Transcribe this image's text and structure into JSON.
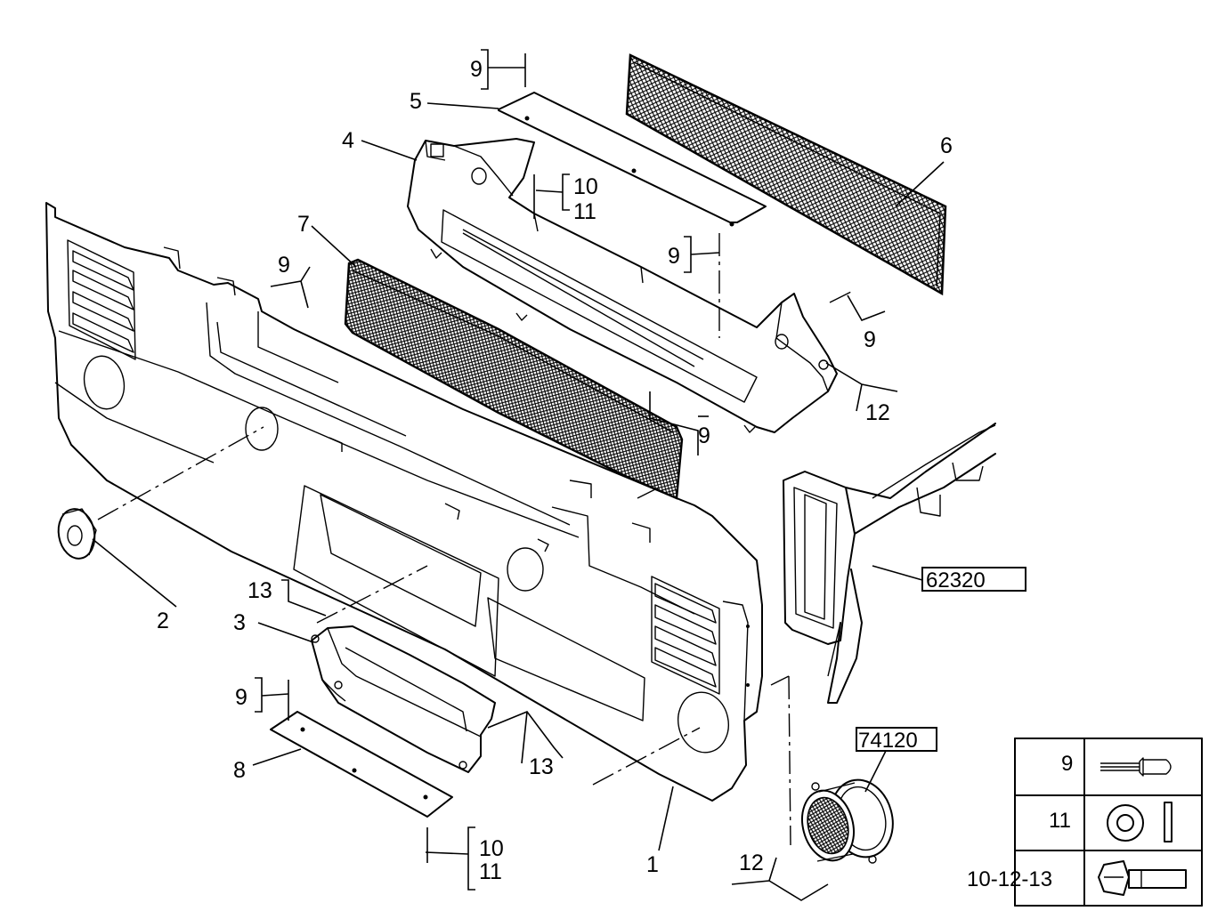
{
  "callouts": {
    "c1": "1",
    "c2": "2",
    "c3": "3",
    "c4": "4",
    "c5": "5",
    "c6": "6",
    "c7": "7",
    "c8": "8",
    "c9": "9",
    "c10": "10",
    "c11": "11",
    "c12": "12",
    "c13": "13"
  },
  "references": {
    "r1": "62320",
    "r2": "74120"
  },
  "legend": {
    "row1": "9",
    "row2": "11",
    "row3": "10-12-13"
  },
  "icons": {
    "rivet": "rivet-icon",
    "washer": "washer-icon",
    "bolt": "bolt-icon"
  },
  "colors": {
    "line": "#000000",
    "background": "#ffffff"
  }
}
